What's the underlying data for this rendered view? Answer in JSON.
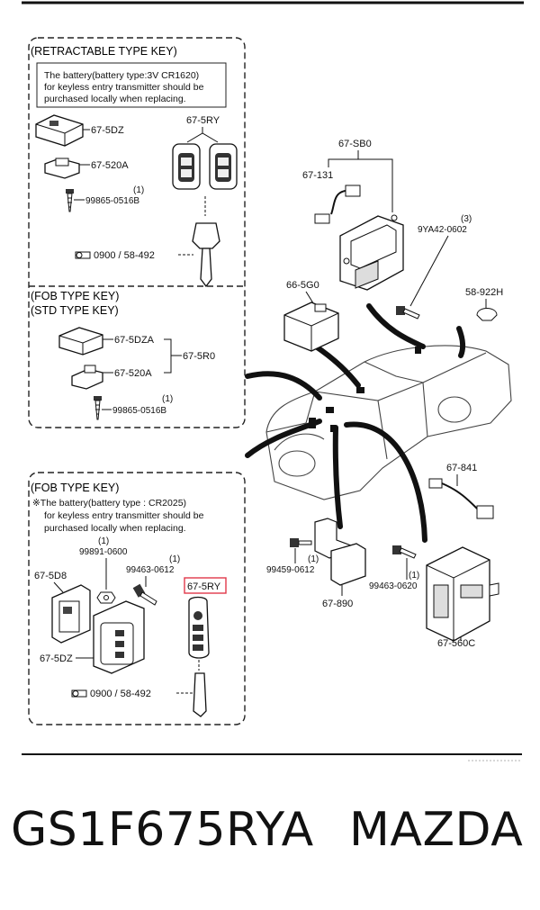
{
  "sections": {
    "retractable_title": "(RETRACTABLE TYPE KEY)",
    "retractable_note": [
      "The battery(battery type:3V CR1620)",
      "for keyless entry transmitter should be",
      "purchased locally when replacing."
    ],
    "fob_std_title": [
      "(FOB TYPE KEY)",
      "(STD TYPE KEY)"
    ],
    "fob_title": "(FOB TYPE KEY)",
    "fob_note": [
      "※The battery(battery type : CR2025)",
      "for keyless entry transmitter should be",
      "purchased locally when replacing."
    ]
  },
  "labels": {
    "p675dz_a": "67-5DZ",
    "p67520a_a": "67-520A",
    "p99865_a": "99865-0516B",
    "p99865_a_qty": "(1)",
    "p675ry_a": "67-5RY",
    "p0900_a": "0900 / 58-492",
    "p675dza": "67-5DZA",
    "p67520a_b": "67-520A",
    "p675r0": "67-5R0",
    "p99865_b": "99865-0516B",
    "p99865_b_qty": "(1)",
    "p99891": "99891-0600",
    "p99891_qty": "(1)",
    "p99463_a": "99463-0612",
    "p99463_a_qty": "(1)",
    "p675d8": "67-5D8",
    "p675dz_b": "67-5DZ",
    "p675ry_b": "67-5RY",
    "p0900_b": "0900 / 58-492",
    "p67sb0": "67-SB0",
    "p67131": "67-131",
    "p9ya42": "9YA42-0602",
    "p9ya42_qty": "(3)",
    "p665g0": "66-5G0",
    "p58922h": "58-922H",
    "p67841": "67-841",
    "p99459": "99459-0612",
    "p99459_qty": "(1)",
    "p67890": "67-890",
    "p99463_b": "99463-0620",
    "p99463_b_qty": "(1)",
    "p67560c": "67-560C"
  },
  "footer": {
    "part_number": "GS1F675RYA",
    "brand": "MAZDA"
  },
  "colors": {
    "line": "#111111",
    "highlight": "#e0384a",
    "background": "#ffffff"
  }
}
